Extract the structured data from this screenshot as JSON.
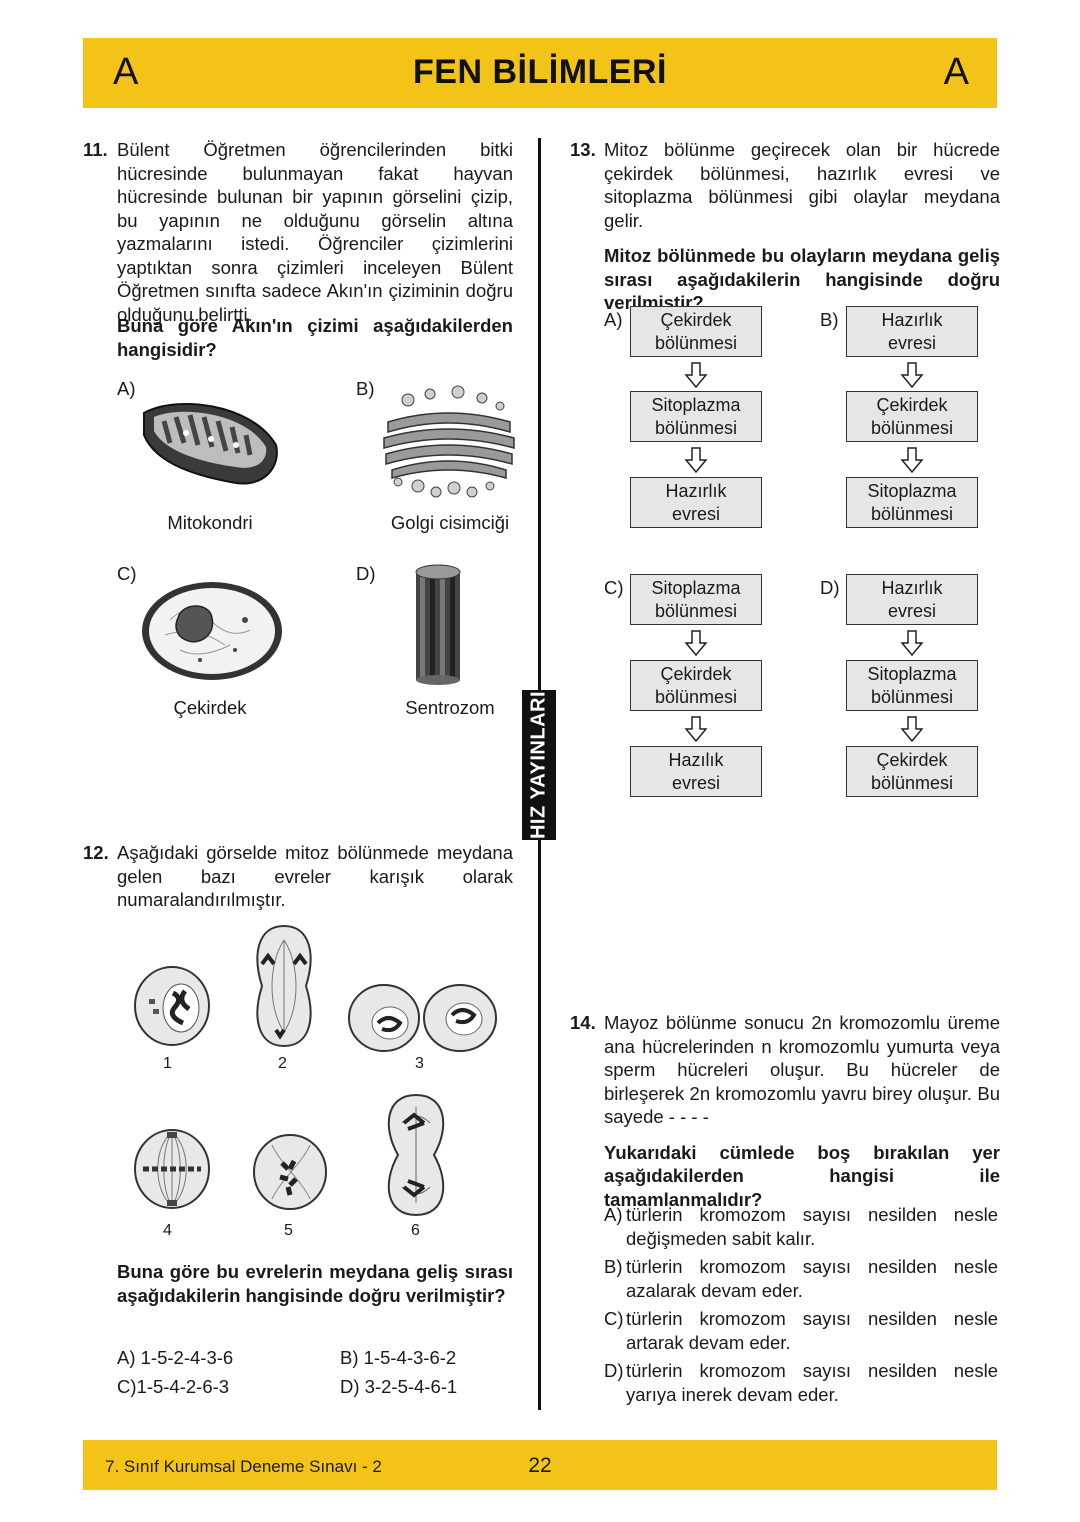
{
  "header": {
    "letter_left": "A",
    "title": "FEN BİLİMLERİ",
    "letter_right": "A"
  },
  "brand": "HIZ YAYINLARI",
  "q11": {
    "number": "11.",
    "text": "Bülent Öğretmen öğrencilerinden bitki hücresinde bulunmayan fakat hayvan hücresinde bulunan bir yapının görselini çizip, bu yapının ne olduğunu görselin altına yazmalarını istedi. Öğrenciler çizimlerini yaptıktan sonra çizimleri inceleyen Bülent Öğretmen sınıfta sadece Akın'ın çiziminin doğru olduğunu belirtti.",
    "question": "Buna göre Akın'ın çizimi aşağıdakilerden hangisidir?",
    "options": [
      {
        "letter": "A)",
        "caption": "Mitokondri",
        "icon": "mitochondria-icon"
      },
      {
        "letter": "B)",
        "caption": "Golgi cisimciği",
        "icon": "golgi-icon"
      },
      {
        "letter": "C)",
        "caption": "Çekirdek",
        "icon": "nucleus-icon"
      },
      {
        "letter": "D)",
        "caption": "Sentrozom",
        "icon": "centrosome-icon"
      }
    ]
  },
  "q12": {
    "number": "12.",
    "text": "Aşağıdaki görselde mitoz bölünmede meydana gelen bazı evreler karışık olarak numaralandırılmıştır.",
    "stages": [
      "1",
      "2",
      "3",
      "4",
      "5",
      "6"
    ],
    "question": "Buna göre bu evrelerin meydana geliş sırası aşağıdakilerin hangisinde doğru verilmiştir?",
    "answers": [
      {
        "letter": "A)",
        "text": "1-5-2-4-3-6"
      },
      {
        "letter": "B)",
        "text": "1-5-4-3-6-2"
      },
      {
        "letter": "C)",
        "text": "1-5-4-2-6-3"
      },
      {
        "letter": "D)",
        "text": "3-2-5-4-6-1"
      }
    ]
  },
  "q13": {
    "number": "13.",
    "text": "Mitoz bölünme geçirecek olan bir hücrede çekirdek bölünmesi, hazırlık evresi ve sitoplazma bölünmesi gibi olaylar meydana gelir.",
    "question": "Mitoz bölünmede bu olayların meydana geliş sırası aşağıdakilerin hangisinde doğru verilmiştir?",
    "options": [
      {
        "letter": "A)",
        "steps": [
          [
            "Çekirdek",
            "bölünmesi"
          ],
          [
            "Sitoplazma",
            "bölünmesi"
          ],
          [
            "Hazırlık",
            "evresi"
          ]
        ]
      },
      {
        "letter": "B)",
        "steps": [
          [
            "Hazırlık",
            "evresi"
          ],
          [
            "Çekirdek",
            "bölünmesi"
          ],
          [
            "Sitoplazma",
            "bölünmesi"
          ]
        ]
      },
      {
        "letter": "C)",
        "steps": [
          [
            "Sitoplazma",
            "bölünmesi"
          ],
          [
            "Çekirdek",
            "bölünmesi"
          ],
          [
            "Hazılık",
            "evresi"
          ]
        ]
      },
      {
        "letter": "D)",
        "steps": [
          [
            "Hazırlık",
            "evresi"
          ],
          [
            "Sitoplazma",
            "bölünmesi"
          ],
          [
            "Çekirdek",
            "bölünmesi"
          ]
        ]
      }
    ]
  },
  "q14": {
    "number": "14.",
    "text": "Mayoz bölünme sonucu 2n kromozomlu üreme ana hücrelerinden n kromozomlu yumurta veya sperm hücreleri oluşur. Bu hücreler de birleşerek 2n kromozomlu yavru birey oluşur. Bu sayede - - - -",
    "question": "Yukarıdaki cümlede boş bırakılan yer aşağıdakilerden hangisi ile tamamlanmalıdır?",
    "options": [
      {
        "letter": "A)",
        "text": "türlerin kromozom sayısı nesilden nesle değişmeden sabit kalır."
      },
      {
        "letter": "B)",
        "text": "türlerin kromozom sayısı nesilden nesle azalarak devam eder."
      },
      {
        "letter": "C)",
        "text": "türlerin kromozom sayısı nesilden nesle artarak devam eder."
      },
      {
        "letter": "D)",
        "text": "türlerin kromozom sayısı nesilden nesle yarıya inerek devam eder."
      }
    ]
  },
  "footer": {
    "exam": "7. Sınıf Kurumsal Deneme Sınavı - 2",
    "page": "22"
  },
  "colors": {
    "accent": "#f4c318",
    "box_fill": "#e6e6e6",
    "text": "#1a1a1a"
  }
}
